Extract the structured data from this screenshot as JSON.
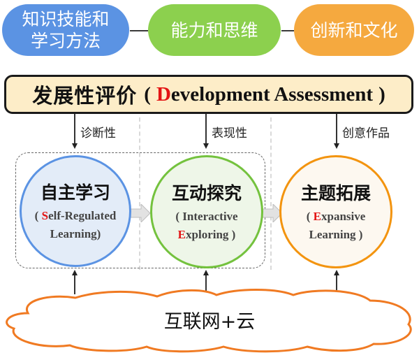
{
  "top_row": {
    "pills": [
      {
        "label_line1": "知识技能和",
        "label_line2": "学习方法",
        "color": "#5b93e3"
      },
      {
        "label": "能力和思维",
        "color": "#8cd04e"
      },
      {
        "label": "创新和文化",
        "color": "#f5a93f"
      }
    ]
  },
  "assessment": {
    "title_cn": "发展性评价",
    "open_paren": "(",
    "title_en_first": "D",
    "title_en_rest": "evelopment Assessment",
    "close_paren": ")",
    "background_color": "#fdedc8"
  },
  "edge_labels": [
    "诊断性",
    "表现性",
    "创意作品"
  ],
  "stages": [
    {
      "title": "自主学习",
      "paren_open": "( ",
      "en_first": "S",
      "en_rest_line1": "elf-Regulated",
      "en_line2": "Learning)",
      "border_color": "#5b93e3",
      "fill_color": "#e3ecf8"
    },
    {
      "title": "互动探究",
      "en_line1": "( Interactive",
      "en_first": "E",
      "en_rest_line2": "xploring )",
      "border_color": "#74c23e",
      "fill_color": "#eef6e8"
    },
    {
      "title": "主题拓展",
      "paren_open": "( ",
      "en_first": "E",
      "en_rest_line1": "xpansive",
      "en_line2": "Learning )",
      "border_color": "#f3940f",
      "fill_color": "#fdf8f0"
    }
  ],
  "foundation": {
    "label": "互联网+云",
    "cloud_color": "#f07a22"
  }
}
